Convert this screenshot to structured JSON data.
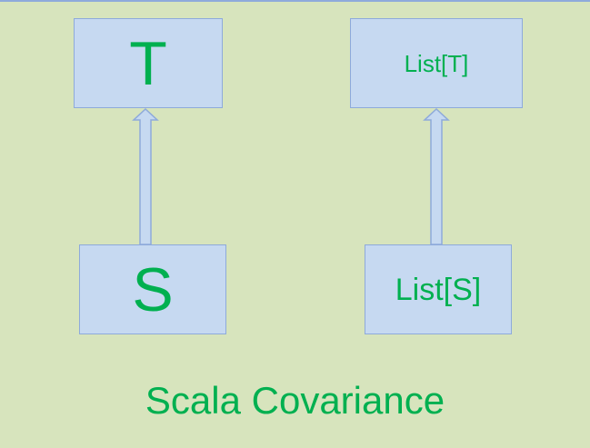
{
  "diagram": {
    "nodes": {
      "T": "T",
      "S": "S",
      "list_T": "List[T]",
      "list_S": "List[S]"
    },
    "edges": [
      {
        "from": "S",
        "to": "T"
      },
      {
        "from": "List[S]",
        "to": "List[T]"
      }
    ],
    "caption": "Scala Covariance"
  },
  "colors": {
    "background": "#d7e4bd",
    "node_fill": "#c6d9f1",
    "node_border": "#8eaadb",
    "text": "#00b050"
  }
}
